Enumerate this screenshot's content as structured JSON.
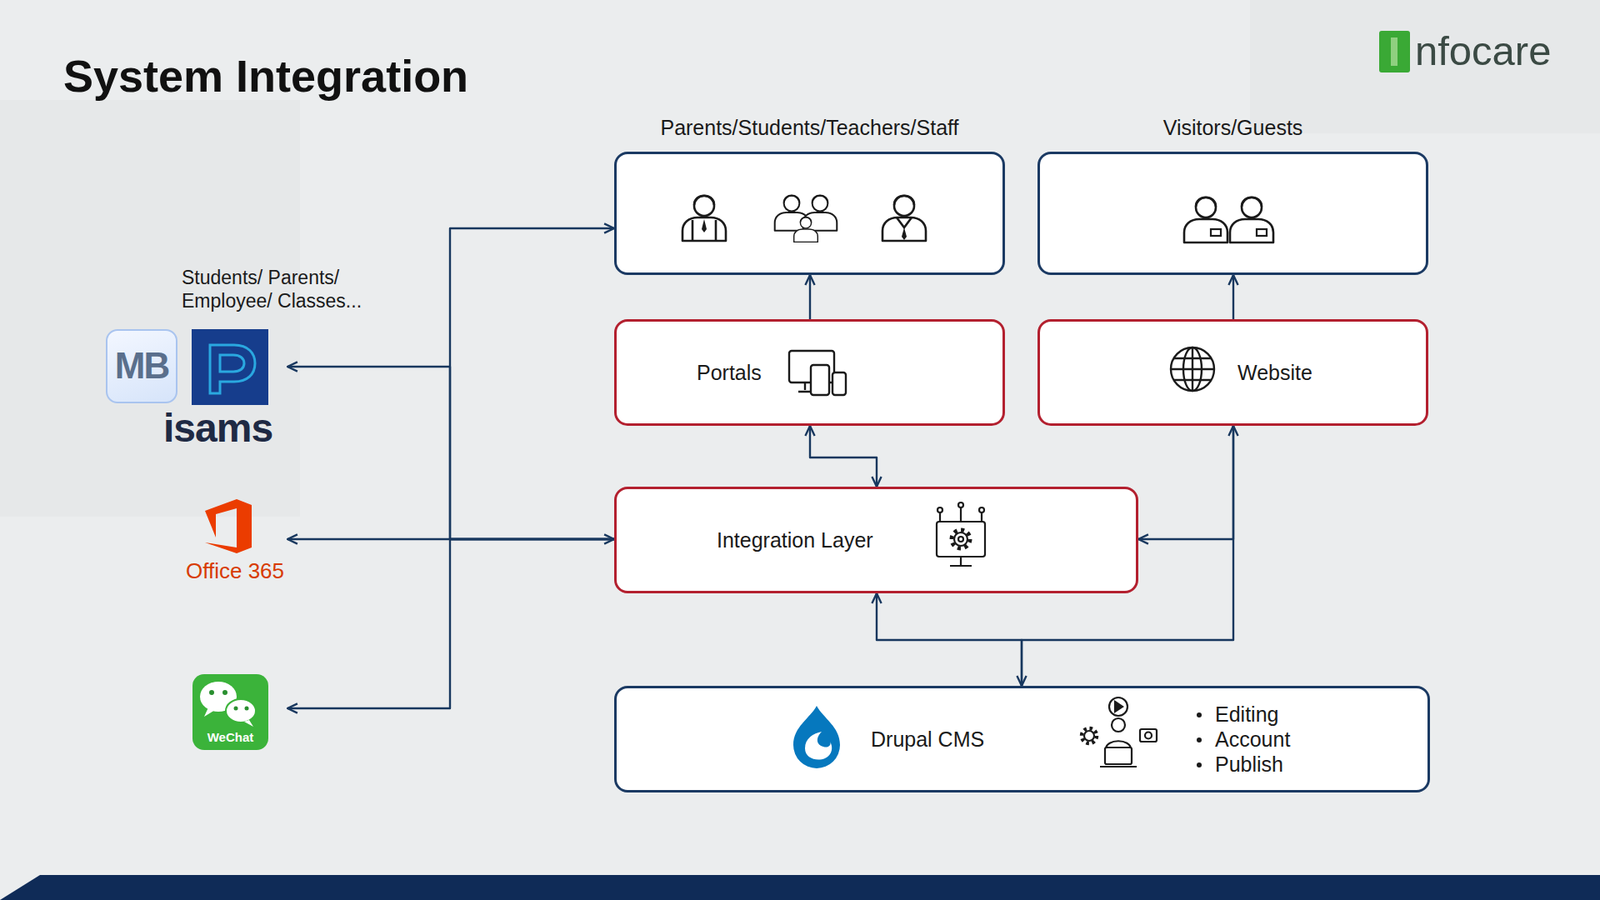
{
  "diagram": {
    "title": "System Integration",
    "nodes": [
      {
        "text": [
          "Parents/Students/Teachers/Staff"
        ]
      },
      {
        "text": [
          "Visitors/Guests"
        ]
      },
      {
        "text": [
          "Portals"
        ]
      },
      {
        "text": [
          "Website"
        ]
      },
      {
        "text": [
          "Integration Layer"
        ]
      },
      {
        "text": [
          "Drupal CMS",
          "Editing",
          "Account",
          "Publish"
        ]
      },
      {
        "text": [
          "Students/ Parents/ Employee/ Classes...",
          "MB",
          "isams"
        ]
      },
      {
        "text": [
          "Office 365"
        ]
      },
      {
        "text": [
          "WeChat"
        ]
      }
    ],
    "edges": [
      {
        "from": 2,
        "to": 0,
        "arrow": "to"
      },
      {
        "from": 3,
        "to": 1,
        "arrow": "to"
      },
      {
        "from": 2,
        "to": 4,
        "arrow": "both"
      },
      {
        "from": 4,
        "to": 0,
        "arrow": "to"
      },
      {
        "from": 4,
        "to": 6,
        "arrow": "to"
      },
      {
        "from": 7,
        "to": 4,
        "arrow": "both"
      },
      {
        "from": 4,
        "to": 8,
        "arrow": "to"
      },
      {
        "from": 3,
        "to": 4,
        "arrow": "to"
      },
      {
        "from": 4,
        "to": 5,
        "arrow": "both"
      },
      {
        "from": 5,
        "to": 3,
        "arrow": "to"
      }
    ],
    "labels": [
      "nfocare"
    ]
  }
}
